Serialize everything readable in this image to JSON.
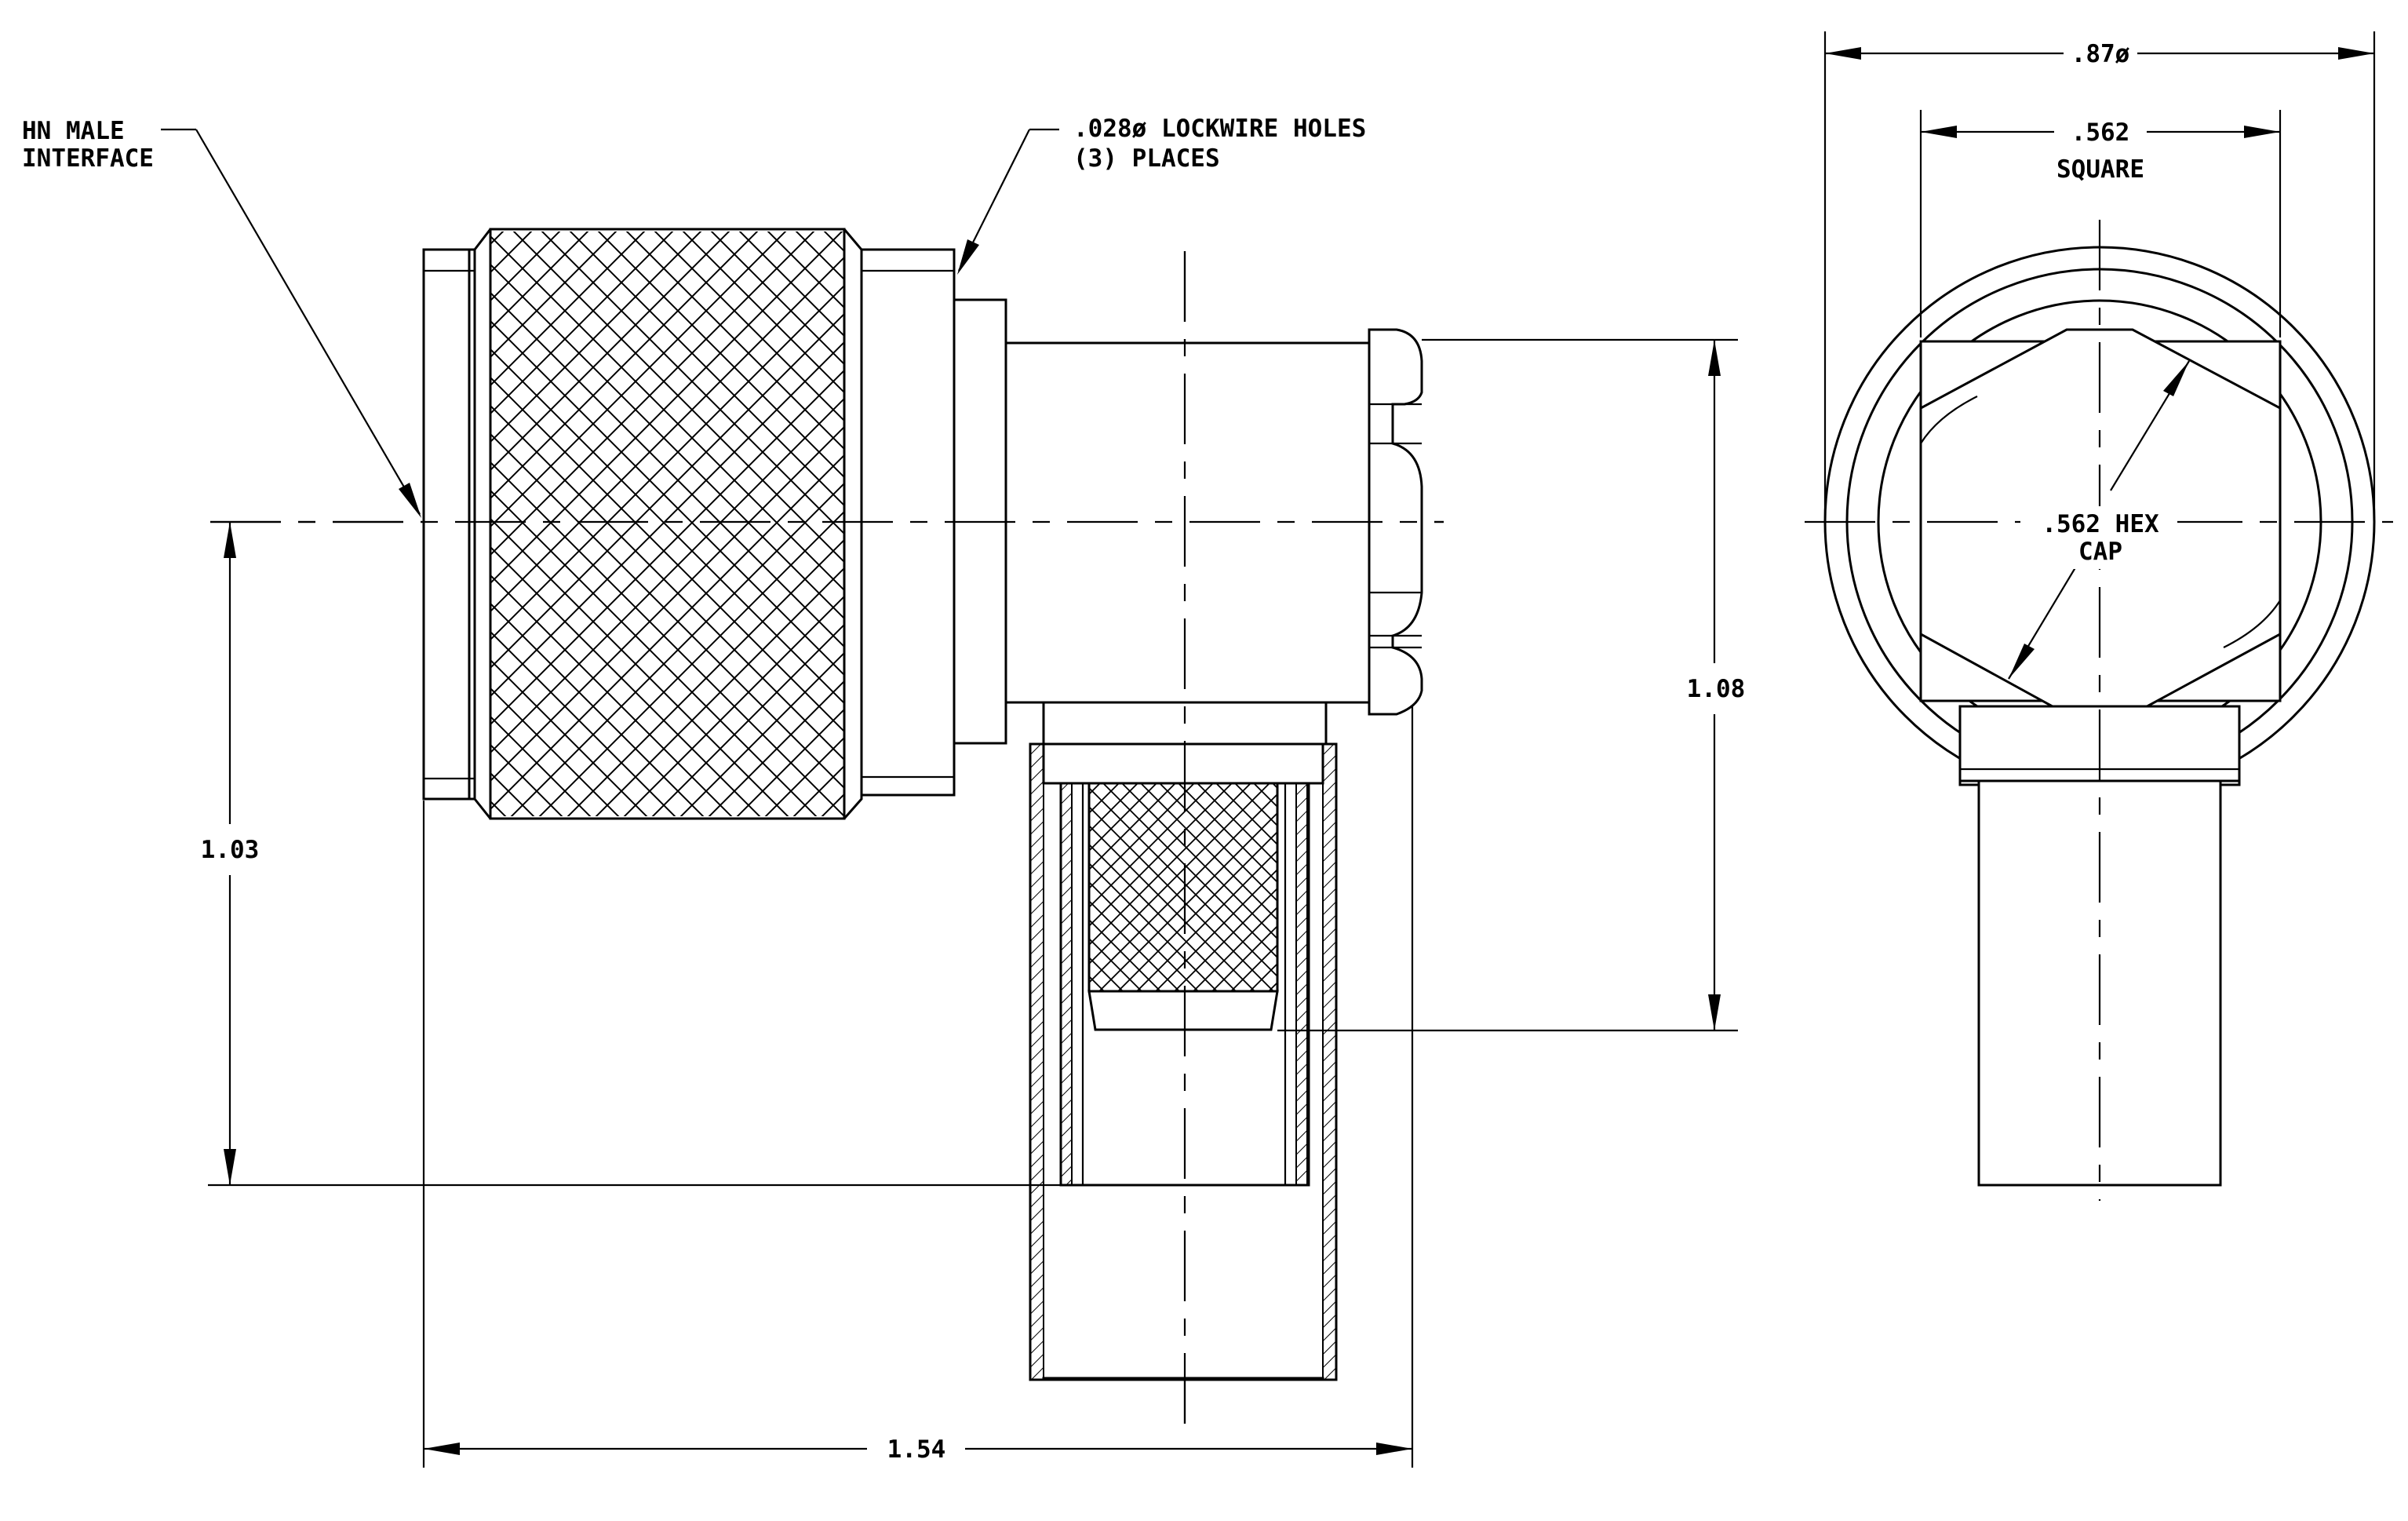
{
  "labels": {
    "interface_line1": "HN MALE",
    "interface_line2": "INTERFACE",
    "lockwire_line1": ".028ø LOCKWIRE HOLES",
    "lockwire_line2": "(3)  PLACES",
    "dim_outer_dia": ".87ø",
    "dim_square": ".562",
    "square_word": "SQUARE",
    "hex_line1": ".562 HEX",
    "hex_line2": "CAP",
    "dim_height": "1.08",
    "dim_offset": "1.03",
    "dim_length": "1.54"
  }
}
